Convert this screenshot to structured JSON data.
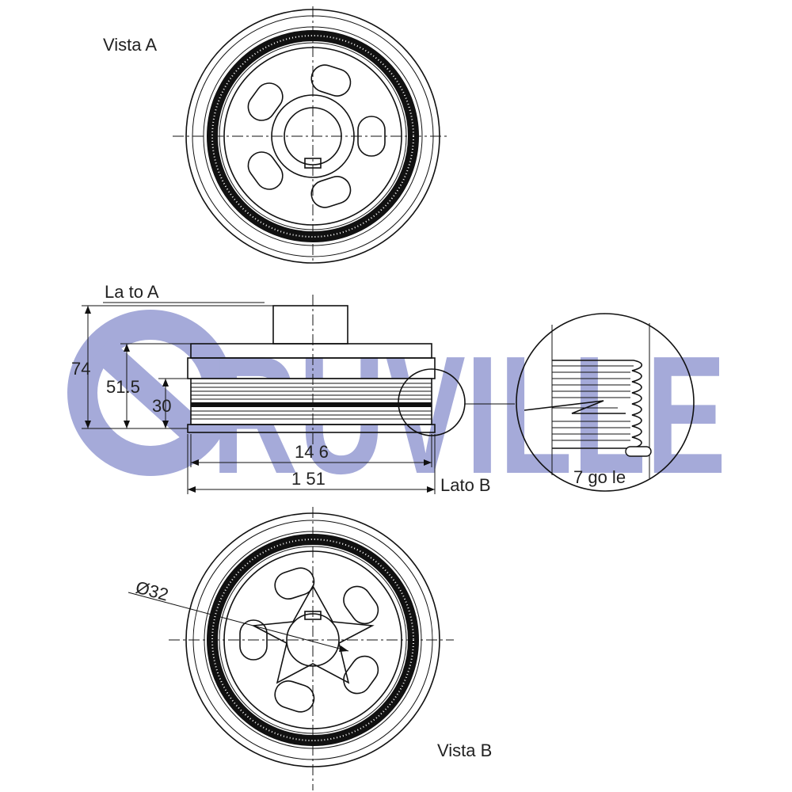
{
  "views": {
    "top_label": "Vista A",
    "bottom_label": "Vista B"
  },
  "side": {
    "side_a_label": "La to A",
    "side_b_label": "Lato B"
  },
  "dimensions": {
    "height_total": "74",
    "height_mid": "51.5",
    "height_belt": "30",
    "width_inner": "14 6",
    "width_outer": "1 51",
    "bore_diameter": "Ø32"
  },
  "detail": {
    "grooves_label": "7 go le"
  },
  "brand": {
    "watermark": "RUVILLE",
    "color": "#8c93cf"
  }
}
